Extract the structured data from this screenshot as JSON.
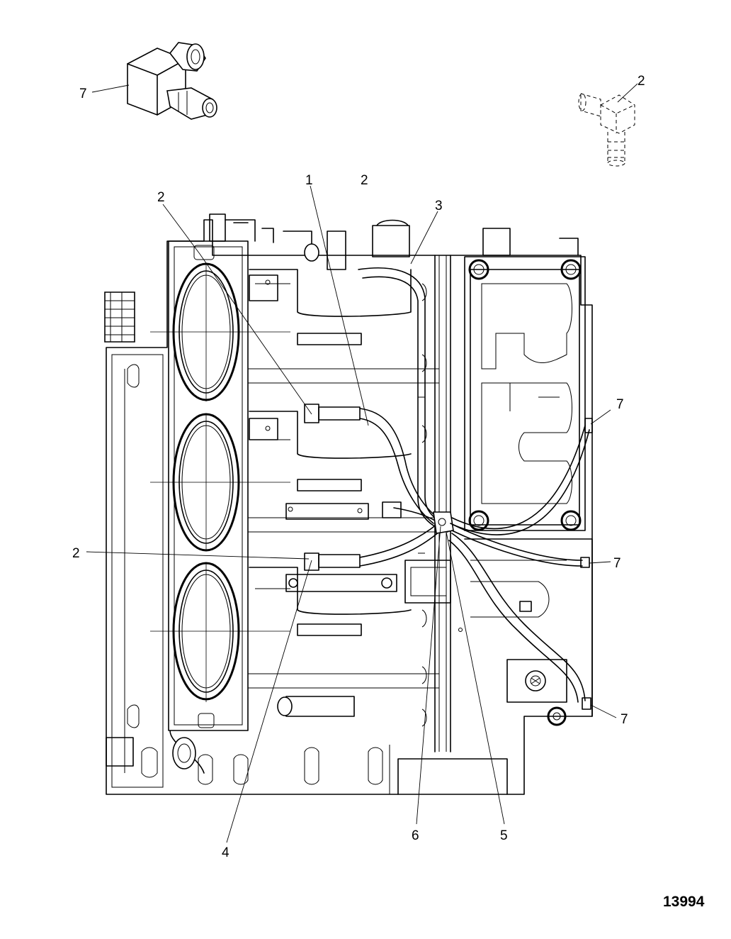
{
  "callouts": {
    "fitting_top_left": "7",
    "fitting_top_right": "2",
    "c1": "1",
    "c2_top": "2",
    "c2_left_top": "2",
    "c3": "3",
    "c7_a": "7",
    "c2_left_mid": "2",
    "c7_b": "7",
    "c7_c": "7",
    "c4": "4",
    "c6": "6",
    "c5": "5"
  },
  "figure_number": "13994"
}
